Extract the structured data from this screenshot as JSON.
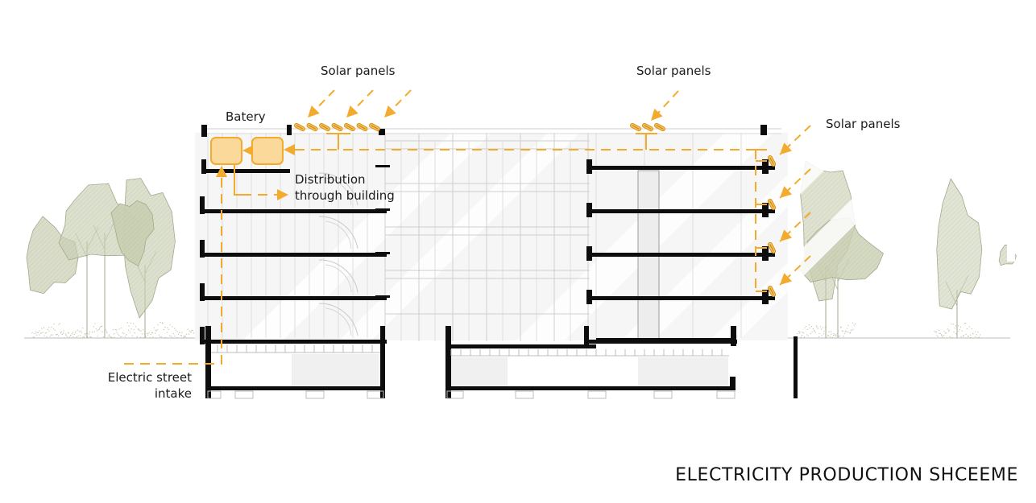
{
  "title": "ELECTRICITY PRODUCTION SHCEEME",
  "colors": {
    "energy_flow": "#f2ab2c",
    "battery_fill": "#fbd99a",
    "structure": "#0d0d0d",
    "glazing_line": "#cfcfcf",
    "shade": "#efefef",
    "vegetation": "#c9cfb3",
    "vegetation_line": "#a3a98a"
  },
  "labels": {
    "solar_panels_roof_left": "Solar panels",
    "solar_panels_roof_right": "Solar panels",
    "solar_panels_facade": "Solar panels",
    "battery": "Batery",
    "distribution_line1": "Distribution",
    "distribution_line2": "through building",
    "intake_line1": "Electric street",
    "intake_line2": "intake"
  },
  "components": {
    "roof_panels_left_count": 7,
    "roof_panels_right_count": 3,
    "facade_panels_count": 4,
    "battery_units": 2,
    "floors_above_ground": 5,
    "basement_levels": 1
  }
}
